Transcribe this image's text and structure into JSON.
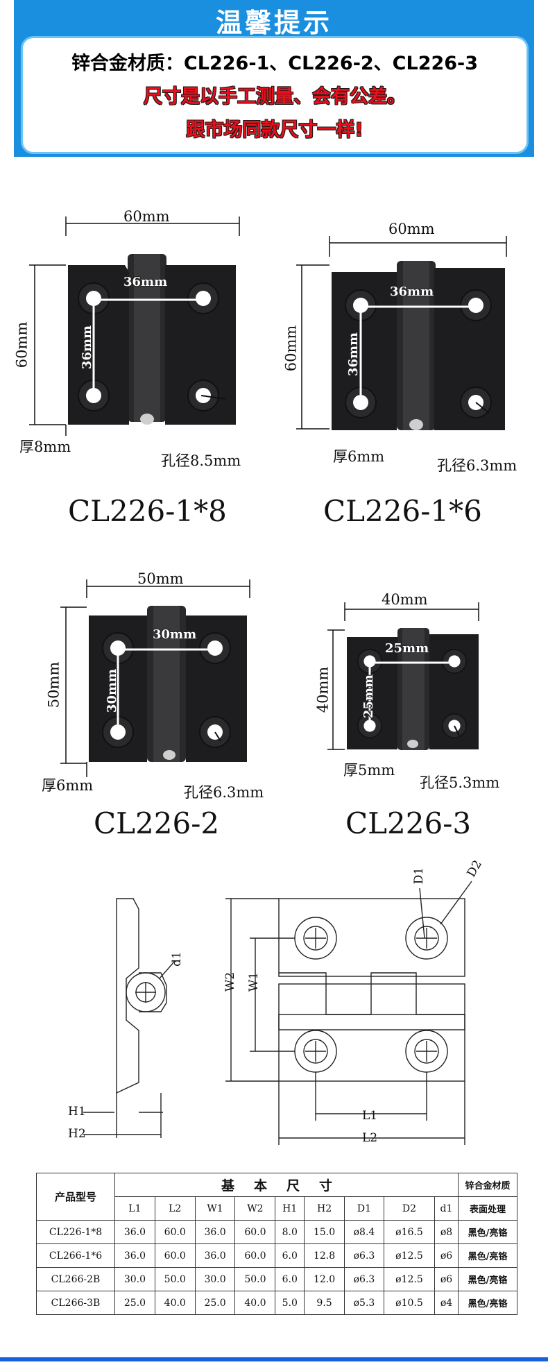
{
  "banner": {
    "title": "温馨提示",
    "line1": "锌合金材质：CL226-1、CL226-2、CL226-3",
    "line2": "尺寸是以手工测量、会有公差。",
    "line3": "跟市场同款尺寸一样!"
  },
  "products": [
    {
      "model": "CL226-1*8",
      "width": "60mm",
      "height": "60mm",
      "hole_spacing_h": "36mm",
      "hole_spacing_v": "36mm",
      "thickness": "厚8mm",
      "hole_diameter": "孔径8.5mm"
    },
    {
      "model": "CL226-1*6",
      "width": "60mm",
      "height": "60mm",
      "hole_spacing_h": "36mm",
      "hole_spacing_v": "36mm",
      "thickness": "厚6mm",
      "hole_diameter": "孔径6.3mm"
    },
    {
      "model": "CL226-2",
      "width": "50mm",
      "height": "50mm",
      "hole_spacing_h": "30mm",
      "hole_spacing_v": "30mm",
      "thickness": "厚6mm",
      "hole_diameter": "孔径6.3mm"
    },
    {
      "model": "CL226-3",
      "width": "40mm",
      "height": "40mm",
      "hole_spacing_h": "25mm",
      "hole_spacing_v": "25mm",
      "thickness": "厚5mm",
      "hole_diameter": "孔径5.3mm"
    }
  ],
  "drawing_labels": {
    "d1": "d1",
    "h1": "H1",
    "h2": "H2",
    "w1": "W1",
    "w2": "W2",
    "l1": "L1",
    "l2": "L2",
    "D1": "D1",
    "D2": "D2"
  },
  "spec_table": {
    "model_header": "产品型号",
    "basic_header": "基本尺寸",
    "material_header": "锌合金材质",
    "finish_header": "表面处理",
    "columns": [
      "L1",
      "L2",
      "W1",
      "W2",
      "H1",
      "H2",
      "D1",
      "D2",
      "d1"
    ],
    "rows": [
      {
        "model": "CL226-1*8",
        "values": [
          "36.0",
          "60.0",
          "36.0",
          "60.0",
          "8.0",
          "15.0",
          "ø8.4",
          "ø16.5",
          "ø8"
        ],
        "finish": "黑色/亮铬"
      },
      {
        "model": "CL266-1*6",
        "values": [
          "36.0",
          "60.0",
          "36.0",
          "60.0",
          "6.0",
          "12.8",
          "ø6.3",
          "ø12.5",
          "ø6"
        ],
        "finish": "黑色/亮铬"
      },
      {
        "model": "CL266-2B",
        "values": [
          "30.0",
          "50.0",
          "30.0",
          "50.0",
          "6.0",
          "12.0",
          "ø6.3",
          "ø12.5",
          "ø6"
        ],
        "finish": "黑色/亮铬"
      },
      {
        "model": "CL266-3B",
        "values": [
          "25.0",
          "40.0",
          "25.0",
          "40.0",
          "5.0",
          "9.5",
          "ø5.3",
          "ø10.5",
          "ø4"
        ],
        "finish": "黑色/亮铬"
      }
    ]
  },
  "colors": {
    "banner_blue": "#1a8fe0",
    "warning_red": "#e8101c",
    "hinge_black": "#1d1d1f"
  }
}
